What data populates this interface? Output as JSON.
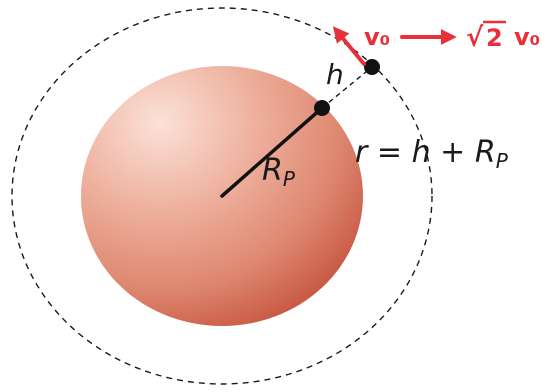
{
  "labels": {
    "height": "h",
    "radius_symbol": "R",
    "radius_subscript": "P",
    "orbit_r": "r",
    "orbit_equals": "=",
    "orbit_h": "h",
    "orbit_plus": "+",
    "orbit_R": "R",
    "orbit_subscript": "P",
    "v0_left": "v₀",
    "sqrt_symbol": "√",
    "sqrt_arg": "2",
    "v0_right": "v₀"
  },
  "colors": {
    "planet_light": "#fbe1d8",
    "planet_mid": "#e79a83",
    "planet_dark": "#c95a45",
    "orbit_dash": "#1a1a1a",
    "radius_line": "#111111",
    "red_accent": "#e8303a",
    "text": "#1a1a1a"
  },
  "icons": {
    "velocity_left": "arrow-up-left-icon",
    "velocity_right": "arrow-right-icon"
  }
}
